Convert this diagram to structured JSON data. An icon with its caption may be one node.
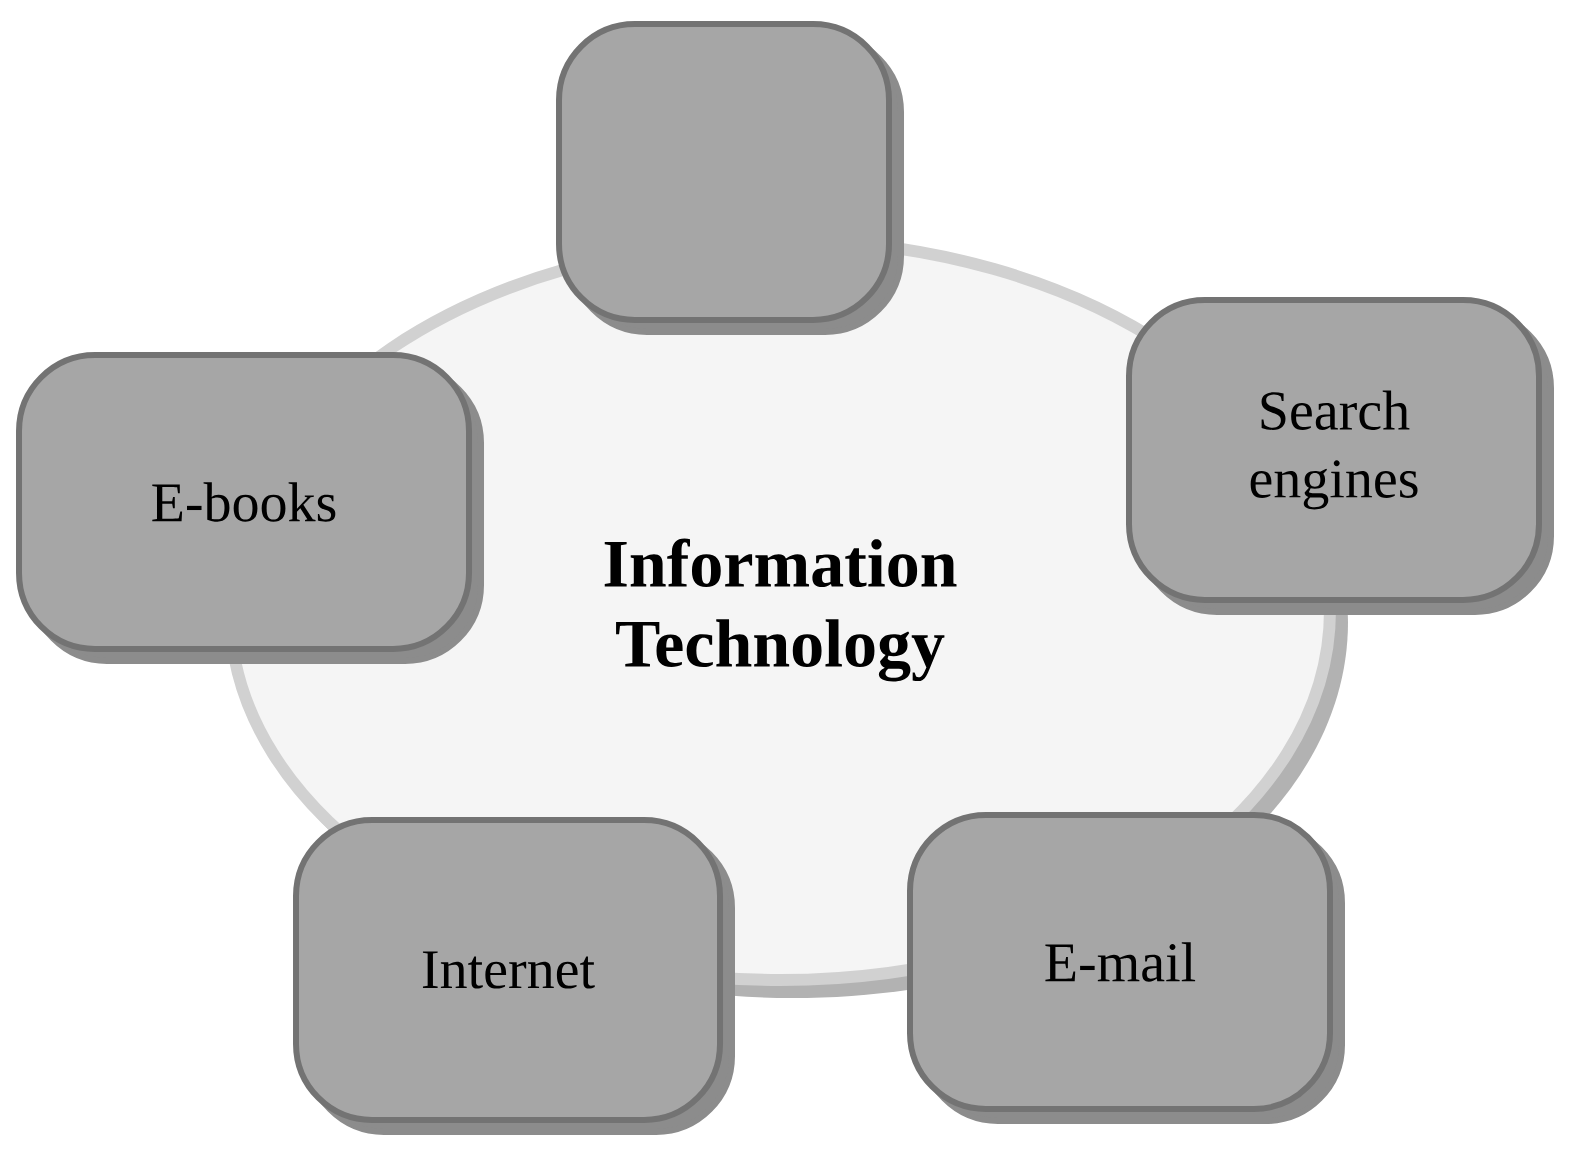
{
  "diagram": {
    "nodes": [
      {
        "text": [
          "Information Technology"
        ]
      },
      {
        "text": [],
        "shape": "box"
      },
      {
        "text": [
          "Search engines"
        ]
      },
      {
        "text": [
          "E-books"
        ]
      },
      {
        "text": [
          "Internet"
        ]
      },
      {
        "text": [
          "E-mail"
        ]
      }
    ]
  }
}
